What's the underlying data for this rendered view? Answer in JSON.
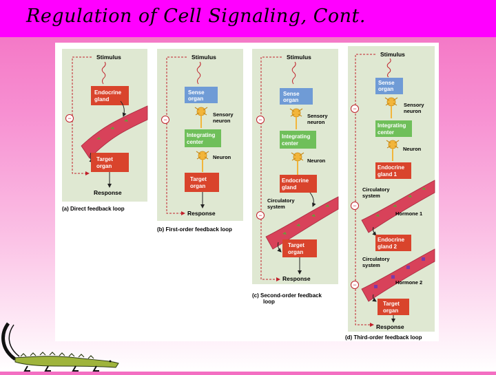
{
  "slide": {
    "title": "Regulation of Cell Signaling, Cont."
  },
  "panels": {
    "a": {
      "stimulus": "Stimulus",
      "endocrine_gland": [
        "Endocrine",
        "gland"
      ],
      "target_organ": [
        "Target",
        "organ"
      ],
      "response": "Response",
      "minus": "−",
      "caption": "(a) Direct feedback loop"
    },
    "b": {
      "stimulus": "Stimulus",
      "sense_organ": [
        "Sense",
        "organ"
      ],
      "sensory_neuron": [
        "Sensory",
        "neuron"
      ],
      "integrating_center": [
        "Integrating",
        "center"
      ],
      "neuron": "Neuron",
      "target_organ": [
        "Target",
        "organ"
      ],
      "response": "Response",
      "minus": "−",
      "caption": "(b) First-order feedback loop"
    },
    "c": {
      "stimulus": "Stimulus",
      "sense_organ": [
        "Sense",
        "organ"
      ],
      "sensory_neuron": [
        "Sensory",
        "neuron"
      ],
      "integrating_center": [
        "Integrating",
        "center"
      ],
      "neuron": "Neuron",
      "endocrine_gland": [
        "Endocrine",
        "gland"
      ],
      "circulatory_system": [
        "Circulatory",
        "system"
      ],
      "target_organ": [
        "Target",
        "organ"
      ],
      "response": "Response",
      "minus": "−",
      "caption": [
        "(c) Second-order feedback",
        "loop"
      ]
    },
    "d": {
      "stimulus": "Stimulus",
      "sense_organ": [
        "Sense",
        "organ"
      ],
      "sensory_neuron": [
        "Sensory",
        "neuron"
      ],
      "integrating_center": [
        "Integrating",
        "center"
      ],
      "neuron": "Neuron",
      "endocrine_gland_1": [
        "Endocrine",
        "gland 1"
      ],
      "circulatory_system_1": [
        "Circulatory",
        "system"
      ],
      "hormone_1": "Hormone 1",
      "endocrine_gland_2": [
        "Endocrine",
        "gland 2"
      ],
      "circulatory_system_2": [
        "Circulatory",
        "system"
      ],
      "hormone_2": "Hormone 2",
      "target_organ": [
        "Target",
        "organ"
      ],
      "response": "Response",
      "minus": "−",
      "caption": "(d) Third-order feedback loop"
    }
  },
  "colors": {
    "title_bar": "#ff00ff",
    "panel_bg": "#dfe8d2",
    "organ_box": "#d9442c",
    "sense_box": "#6f9bd6",
    "integrating_box": "#6fbf5a",
    "vessel": "#d8425a",
    "neuron": "#f2b53a",
    "feedback_line": "#c0202a",
    "hormone_green": "#6a9a3a",
    "hormone_purple": "#7a3aa8"
  }
}
